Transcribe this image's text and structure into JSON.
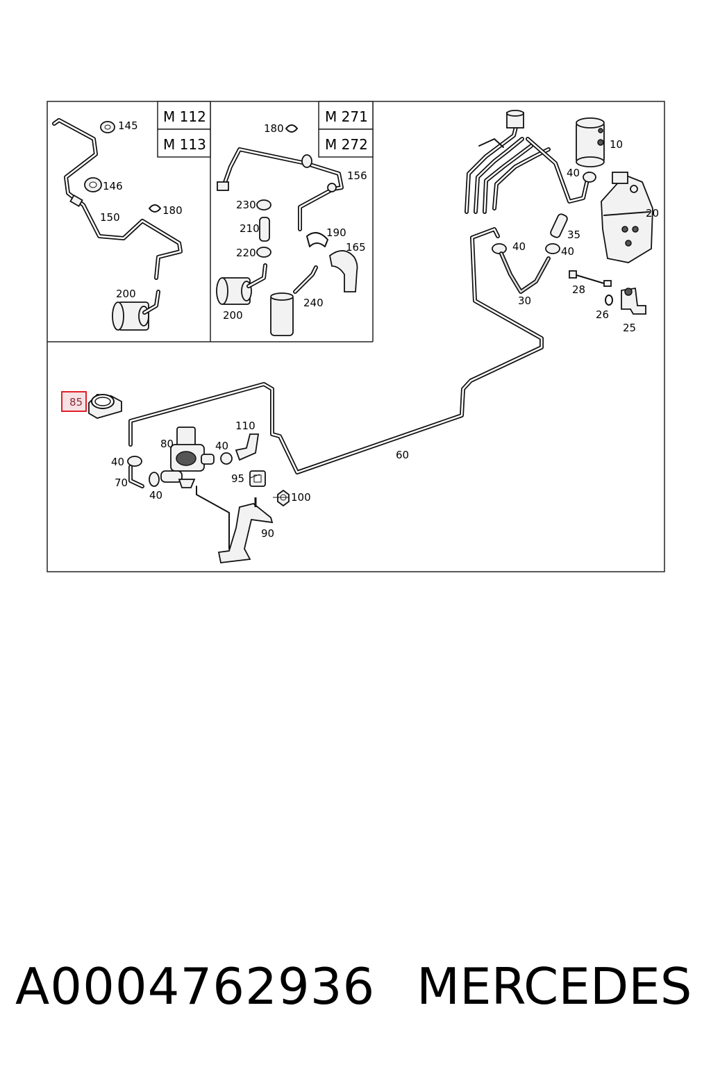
{
  "engine_labels": {
    "m112": "M 112",
    "m113": "M 113",
    "m271": "M 271",
    "m272": "M 272"
  },
  "part_labels": {
    "p145": "145",
    "p146": "146",
    "p150": "150",
    "p180a": "180",
    "p200a": "200",
    "p180b": "180",
    "p156": "156",
    "p230": "230",
    "p210": "210",
    "p220": "220",
    "p190": "190",
    "p165": "165",
    "p200b": "200",
    "p240": "240",
    "p10": "10",
    "p40a": "40",
    "p20": "20",
    "p35": "35",
    "p40b": "40",
    "p40c": "40",
    "p30": "30",
    "p28": "28",
    "p26": "26",
    "p25": "25",
    "p85": "85",
    "p110": "110",
    "p80": "80",
    "p40d": "40",
    "p60": "60",
    "p40e": "40",
    "p70": "70",
    "p40f": "40",
    "p95": "95",
    "p100": "100",
    "p90": "90"
  },
  "highlight": {
    "part": "85",
    "color": "#e0202a"
  },
  "footer": {
    "part_number": "A0004762936",
    "brand": "MERCEDES"
  }
}
